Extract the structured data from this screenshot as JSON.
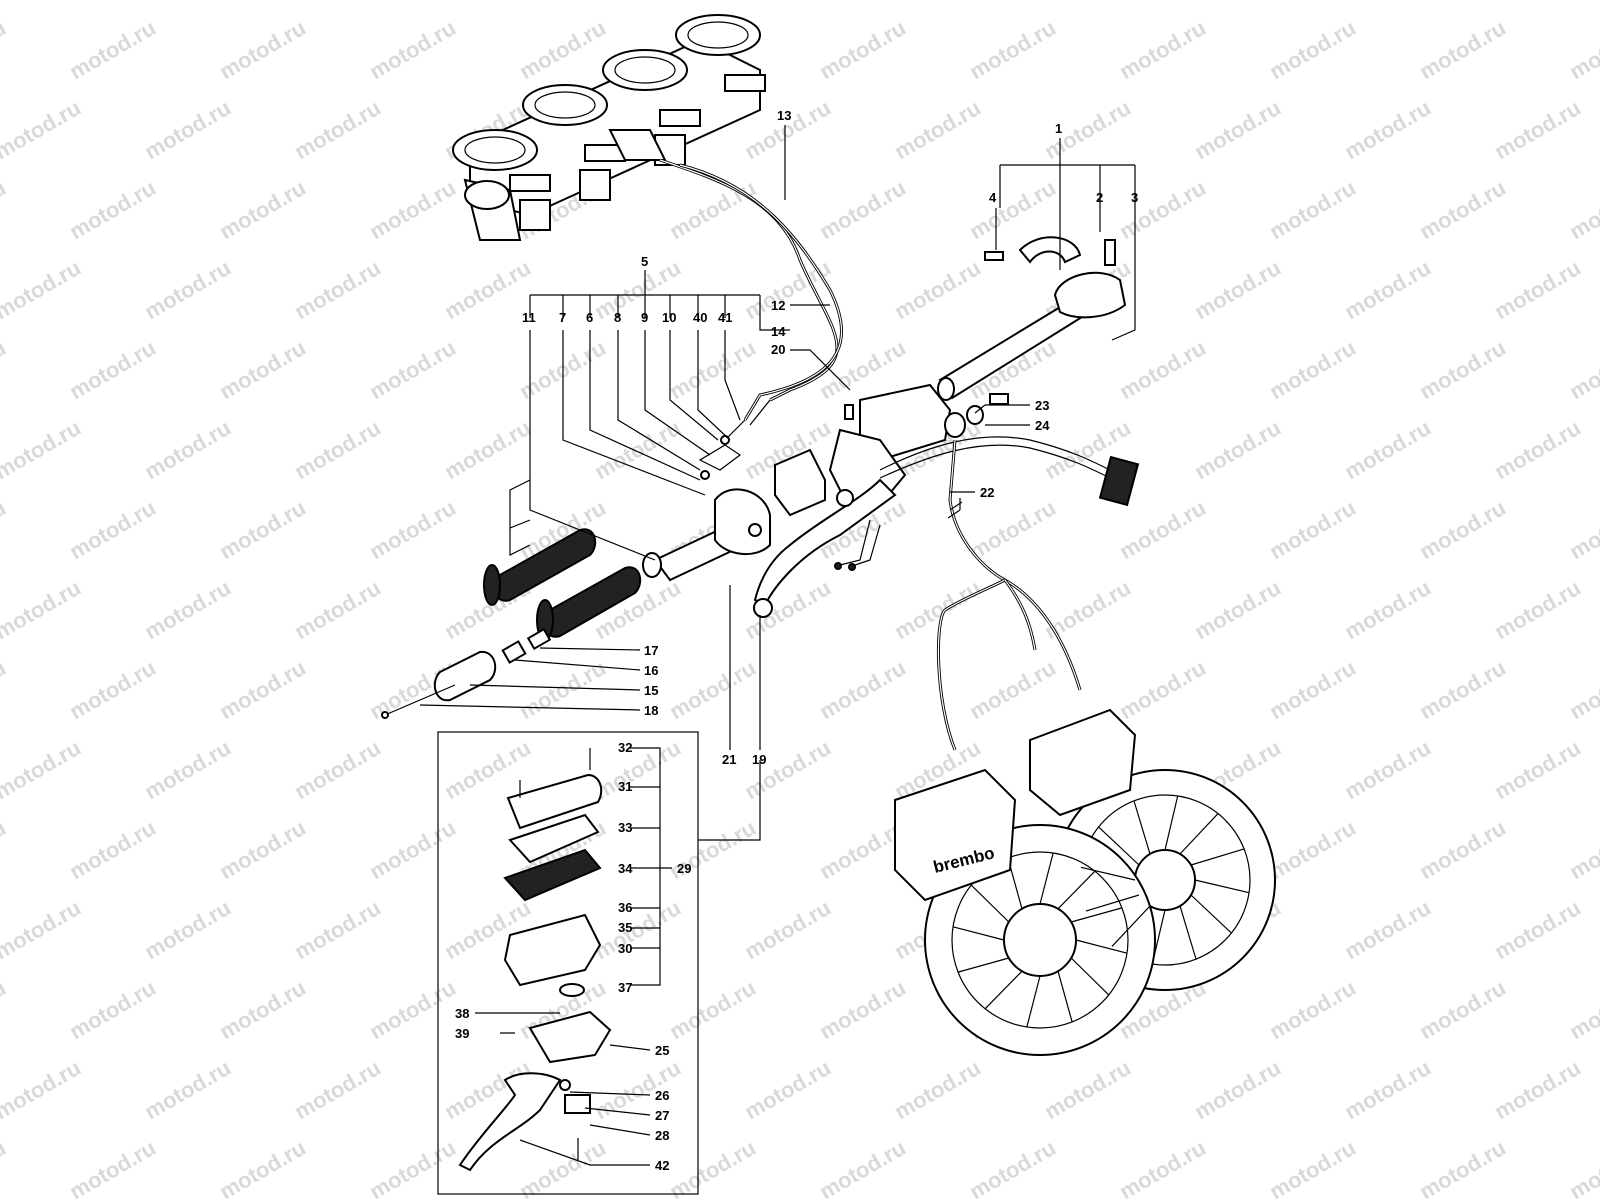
{
  "watermark": {
    "text": "motod.ru"
  },
  "brand_logo_text": "brembo",
  "callouts": [
    "1",
    "2",
    "3",
    "4",
    "5",
    "6",
    "7",
    "8",
    "9",
    "10",
    "11",
    "12",
    "13",
    "14",
    "15",
    "16",
    "17",
    "18",
    "19",
    "20",
    "21",
    "22",
    "23",
    "24",
    "25",
    "26",
    "27",
    "28",
    "29",
    "30",
    "31",
    "32",
    "33",
    "34",
    "35",
    "36",
    "37",
    "38",
    "39",
    "40",
    "41",
    "42"
  ]
}
